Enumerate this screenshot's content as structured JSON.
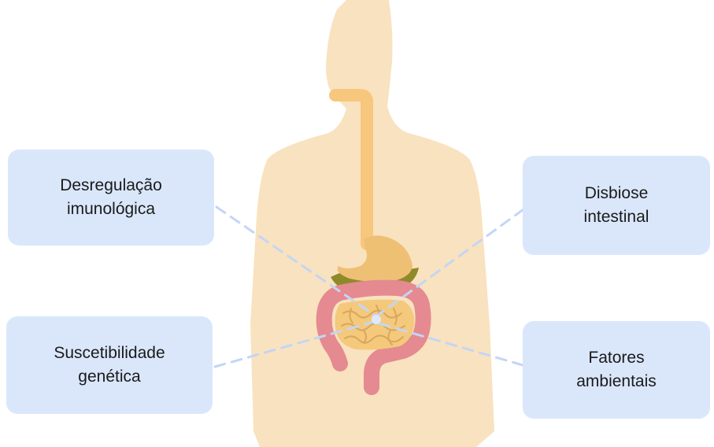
{
  "colors": {
    "body": "#f9e2bf",
    "esophagus": "#f7c77e",
    "stomach": "#eec074",
    "liver": "#8e8a2a",
    "colon": "#e58a90",
    "small_intestine": "#f4c97c",
    "box_fill": "#dae7fb",
    "connector": "#c3d6f5"
  },
  "labels": {
    "top_left": "Desregulação\nimunológica",
    "top_right": "Disbiose\nintestinal",
    "bottom_left": "Suscetibilidade\ngenética",
    "bottom_right": "Fatores\nambientais"
  }
}
